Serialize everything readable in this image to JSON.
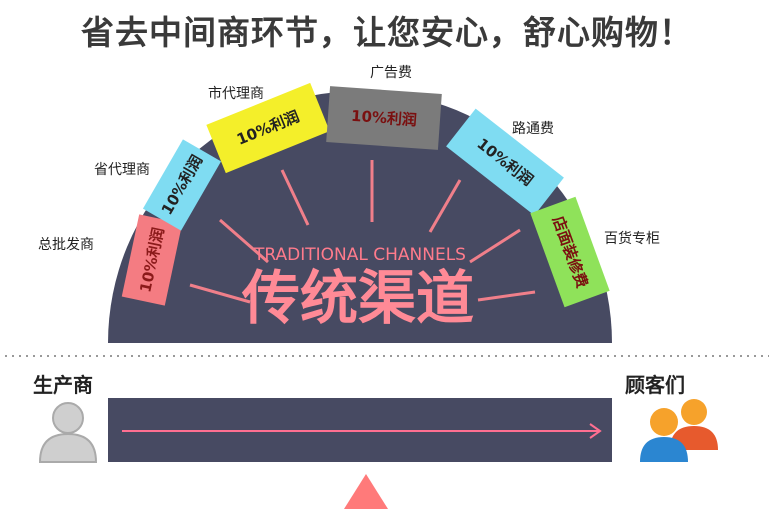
{
  "headline": "省去中间商环节，让您安心，舒心购物！",
  "center": {
    "english": "TRADITIONAL CHANNELS",
    "chinese": "传统渠道"
  },
  "segments": [
    {
      "text": "10%利润",
      "label": "总批发商",
      "fill": "#f47c82",
      "text_color": "#8b1a1a"
    },
    {
      "text": "10%利润",
      "label": "省代理商",
      "fill": "#7fdcf2",
      "text_color": "#222222"
    },
    {
      "text": "10%利润",
      "label": "市代理商",
      "fill": "#f4ef2a",
      "text_color": "#222222"
    },
    {
      "text": "10%利润",
      "label": "广告费",
      "fill": "#7b7b7b",
      "text_color": "#7a1010"
    },
    {
      "text": "10%利润",
      "label": "路通费",
      "fill": "#7fdcf2",
      "text_color": "#222222"
    },
    {
      "text": "店面装修费",
      "label": "百货专柜",
      "fill": "#8fe25a",
      "text_color": "#7a1010"
    }
  ],
  "producer_label": "生产商",
  "customer_label": "顾客们",
  "colors": {
    "dark_bar": "#474a62",
    "arrow": "#ff6f91",
    "triangle": "#ff7a7a"
  },
  "icons": {
    "producer": "person-icon",
    "customers": "people-icon"
  }
}
